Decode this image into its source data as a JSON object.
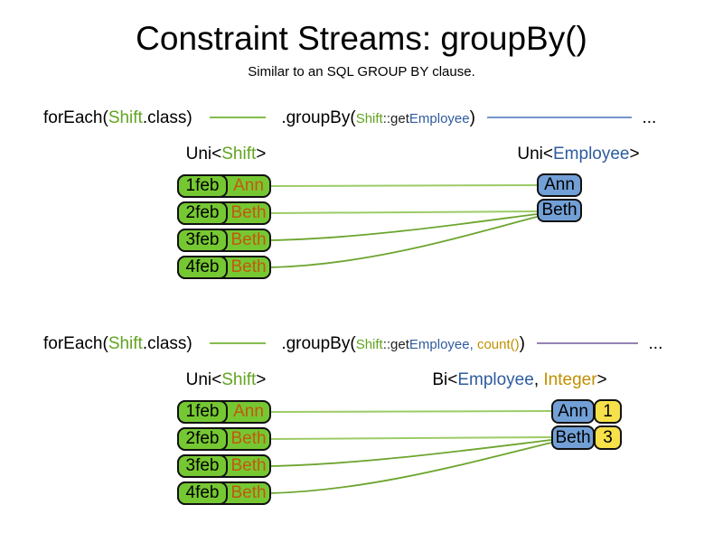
{
  "header": {
    "title": "Constraint Streams: groupBy()",
    "subtitle": "Similar to an SQL GROUP BY clause."
  },
  "code_line_1": {
    "foreach_kw": "forEach(",
    "foreach_arg": "Shift",
    "foreach_close": ".class)",
    "groupby_kw": ".groupBy(",
    "arg1_class": "Shift",
    "arg1_accessor": "::get",
    "arg1_type": "Employee",
    "close_paren": ")",
    "ellipsis": "..."
  },
  "code_line_2": {
    "foreach_kw": "forEach(",
    "foreach_arg": "Shift",
    "foreach_close": ".class)",
    "groupby_kw": ".groupBy(",
    "arg1_class": "Shift",
    "arg1_accessor": "::get",
    "arg1_type": "Employee",
    "arg_separator": ",",
    "arg2_count": "count()",
    "close_paren": ")",
    "ellipsis": "..."
  },
  "diagram_1": {
    "left_title": {
      "pre": "Uni<",
      "type": "Shift",
      "post": ">"
    },
    "right_title": {
      "pre": "Uni<",
      "type": "Employee",
      "post": ">"
    },
    "shift_rows": [
      {
        "date": "1feb",
        "employee": "Ann"
      },
      {
        "date": "2feb",
        "employee": "Beth"
      },
      {
        "date": "3feb",
        "employee": "Beth"
      },
      {
        "date": "4feb",
        "employee": "Beth"
      }
    ],
    "employee_boxes": [
      "Ann",
      "Beth"
    ]
  },
  "diagram_2": {
    "left_title": {
      "pre": "Uni<",
      "type": "Shift",
      "post": ">"
    },
    "right_title": {
      "pre": "Bi<",
      "type1": "Employee",
      "sep": ", ",
      "type2": "Integer",
      "post": ">"
    },
    "shift_rows": [
      {
        "date": "1feb",
        "employee": "Ann"
      },
      {
        "date": "2feb",
        "employee": "Beth"
      },
      {
        "date": "3feb",
        "employee": "Beth"
      },
      {
        "date": "4feb",
        "employee": "Beth"
      }
    ],
    "group_boxes": [
      {
        "employee": "Ann",
        "count": "1"
      },
      {
        "employee": "Beth",
        "count": "3"
      }
    ]
  },
  "colors": {
    "shift_green_text": "#61A420",
    "employee_blue_text": "#2E5C9E",
    "integer_gold_text": "#BF9000",
    "employee_name_orange": "#C4580E",
    "box_green": "#76C832",
    "box_blue": "#72A0D6",
    "box_yellow": "#F6E14B",
    "line_green_light": "#9CCB67",
    "line_green_dark": "#6DA52F",
    "line_green_code": "#85BC4F",
    "line_blue": "#7696CB",
    "line_purple": "#9583B5"
  }
}
